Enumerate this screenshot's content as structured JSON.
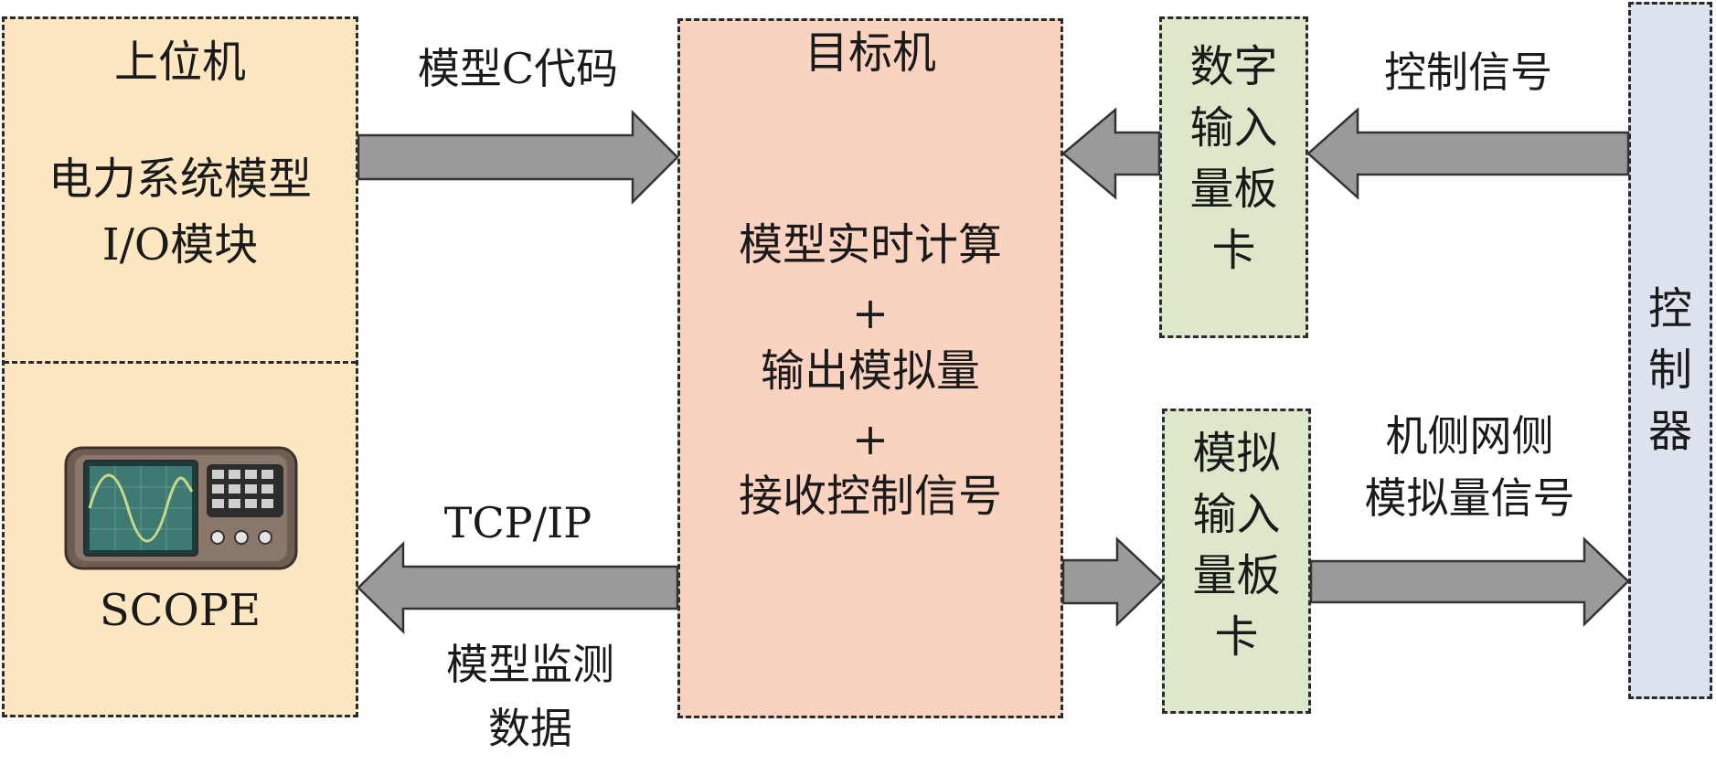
{
  "colors": {
    "host_fill": "#fce7c2",
    "target_fill": "#f9d2c0",
    "card_fill": "#dde8cb",
    "controller_fill": "#dce3ee",
    "arrow_fill": "#9a9a9a",
    "arrow_stroke": "#333333",
    "border": "#2b2b2b"
  },
  "host": {
    "title": "上位机",
    "model_line1": "电力系统模型",
    "model_line2": "I/O模块",
    "scope_label": "SCOPE",
    "scope_icon": "oscilloscope-icon"
  },
  "target": {
    "title": "目标机",
    "line1": "模型实时计算",
    "plus1": "+",
    "line2": "输出模拟量",
    "plus2": "+",
    "line3": "接收控制信号"
  },
  "digital_card": {
    "line1": "数字",
    "line2": "输入",
    "line3": "量板",
    "line4": "卡"
  },
  "analog_card": {
    "line1": "模拟",
    "line2": "输入",
    "line3": "量板",
    "line4": "卡"
  },
  "controller": {
    "line1": "控",
    "line2": "制",
    "line3": "器"
  },
  "arrows": {
    "model_code": "模型C代码",
    "tcpip": "TCP/IP",
    "monitor_line1": "模型监测",
    "monitor_line2": "数据",
    "control_signal": "控制信号",
    "analog_line1": "机侧网侧",
    "analog_line2": "模拟量信号"
  }
}
